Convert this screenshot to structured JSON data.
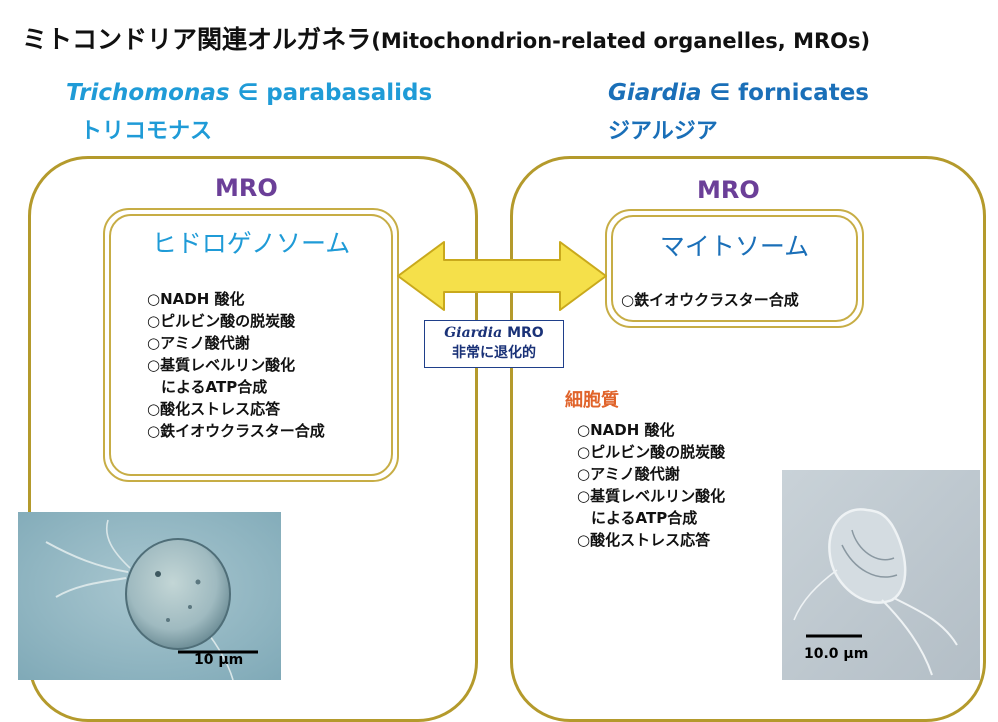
{
  "title": {
    "jp": "ミトコンドリア関連オルガネラ",
    "en": "(Mitochondrion-related organelles, MROs)"
  },
  "left": {
    "organism_genus": "Trichomonas",
    "organism_group": " ∈ parabasalids",
    "organism_jp": "トリコモナス",
    "mro_label": "MRO",
    "organelle_name": "ヒドロゲノソーム",
    "functions": [
      "○NADH 酸化",
      "○ピルビン酸の脱炭酸",
      "○アミノ酸代謝",
      "○基質レベルリン酸化",
      "によるATP合成",
      "○酸化ストレス応答",
      "○鉄イオウクラスター合成"
    ],
    "scale_bar": "10 μm"
  },
  "right": {
    "organism_genus": "Giardia",
    "organism_group": " ∈ fornicates",
    "organism_jp": "ジアルジア",
    "mro_label": "MRO",
    "organelle_name": "マイトソーム",
    "organelle_functions": [
      "○鉄イオウクラスター合成"
    ],
    "cytoplasm_label": "細胞質",
    "cytoplasm_functions": [
      "○NADH 酸化",
      "○ピルビン酸の脱炭酸",
      "○アミノ酸代謝",
      "○基質レベルリン酸化",
      "によるATP合成",
      "○酸化ストレス応答"
    ],
    "scale_bar": "10.0 μm"
  },
  "comparison_note": {
    "line1_italic": "Giardia",
    "line1_rest": " MRO",
    "line2": "非常に退化的"
  },
  "colors": {
    "cyan_text": "#1f9bd7",
    "blue_text": "#1a6fb8",
    "purple_label": "#6b3f98",
    "orange_label": "#e0632a",
    "gold_border": "#b49a2c",
    "arrow_fill": "#f5e04a"
  }
}
